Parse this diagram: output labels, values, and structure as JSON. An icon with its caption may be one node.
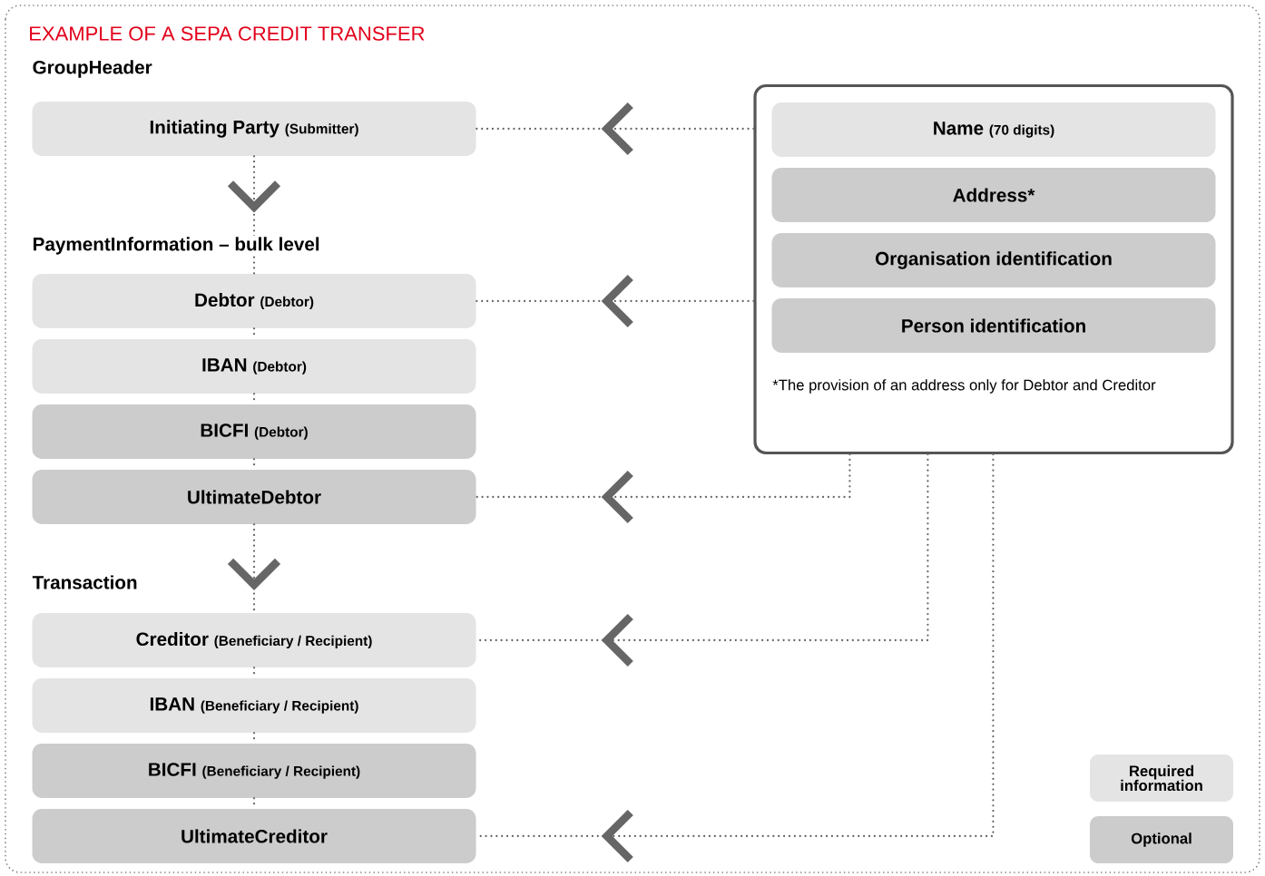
{
  "diagram": {
    "title": "EXAMPLE OF A SEPA CREDIT TRANSFER",
    "nodes": [
      {
        "text": [
          "Initiating Party",
          "(Submitter)"
        ]
      },
      {
        "text": [
          "Debtor",
          "(Debtor)"
        ]
      },
      {
        "text": [
          "IBAN",
          "(Debtor)"
        ]
      },
      {
        "text": [
          "BICFI",
          "(Debtor)"
        ]
      },
      {
        "text": [
          "UltimateDebtor"
        ]
      },
      {
        "text": [
          "Creditor",
          "(Beneficiary / Recipient)"
        ]
      },
      {
        "text": [
          "IBAN",
          "(Beneficiary / Recipient)"
        ]
      },
      {
        "text": [
          "BICFI",
          "(Beneficiary / Recipient)"
        ]
      },
      {
        "text": [
          "UltimateCreditor"
        ]
      },
      {
        "text": [
          "*The provision of an address only for Debtor and Creditor"
        ]
      },
      {
        "text": [
          "Name",
          "(70 digits)"
        ],
        "in": 9
      },
      {
        "text": [
          "Address*"
        ],
        "in": 9
      },
      {
        "text": [
          "Organisation identification"
        ],
        "in": 9
      },
      {
        "text": [
          "Person identification"
        ],
        "in": 9
      }
    ],
    "edges": [
      {
        "from": 0,
        "to": 1,
        "arrow": "to"
      },
      {
        "from": 1,
        "to": 2,
        "arrow": "none"
      },
      {
        "from": 2,
        "to": 3,
        "arrow": "none"
      },
      {
        "from": 3,
        "to": 4,
        "arrow": "none"
      },
      {
        "from": 4,
        "to": 5,
        "arrow": "to"
      },
      {
        "from": 5,
        "to": 6,
        "arrow": "none"
      },
      {
        "from": 6,
        "to": 7,
        "arrow": "none"
      },
      {
        "from": 7,
        "to": 8,
        "arrow": "none"
      },
      {
        "from": 9,
        "to": 0,
        "arrow": "to"
      },
      {
        "from": 9,
        "to": 1,
        "arrow": "to"
      },
      {
        "from": 9,
        "to": 4,
        "arrow": "to"
      },
      {
        "from": 9,
        "to": 5,
        "arrow": "to"
      },
      {
        "from": 9,
        "to": 8,
        "arrow": "to"
      }
    ],
    "labels": [
      "GroupHeader",
      "PaymentInformation – bulk level",
      "Transaction"
    ],
    "legend": [
      {
        "text": "Required information",
        "color": "#e4e4e4"
      },
      {
        "text": "Optional",
        "color": "#cccccc"
      }
    ]
  }
}
